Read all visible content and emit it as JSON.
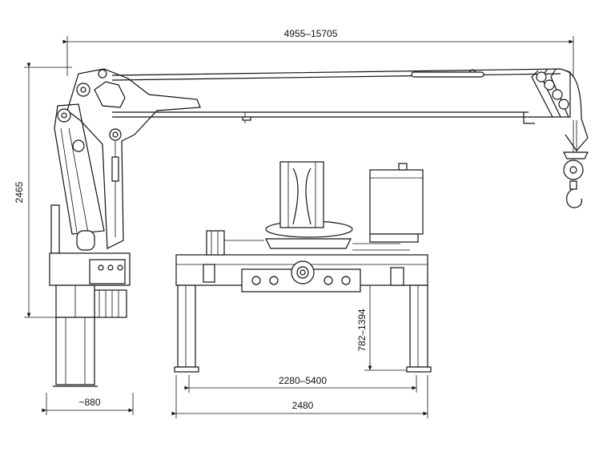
{
  "dimensions": {
    "boom_reach": "4955–15705",
    "total_height": "2465",
    "column_width": "~880",
    "leg_span": "2280–5400",
    "base_width": "2480",
    "leg_height": "782–1394"
  }
}
